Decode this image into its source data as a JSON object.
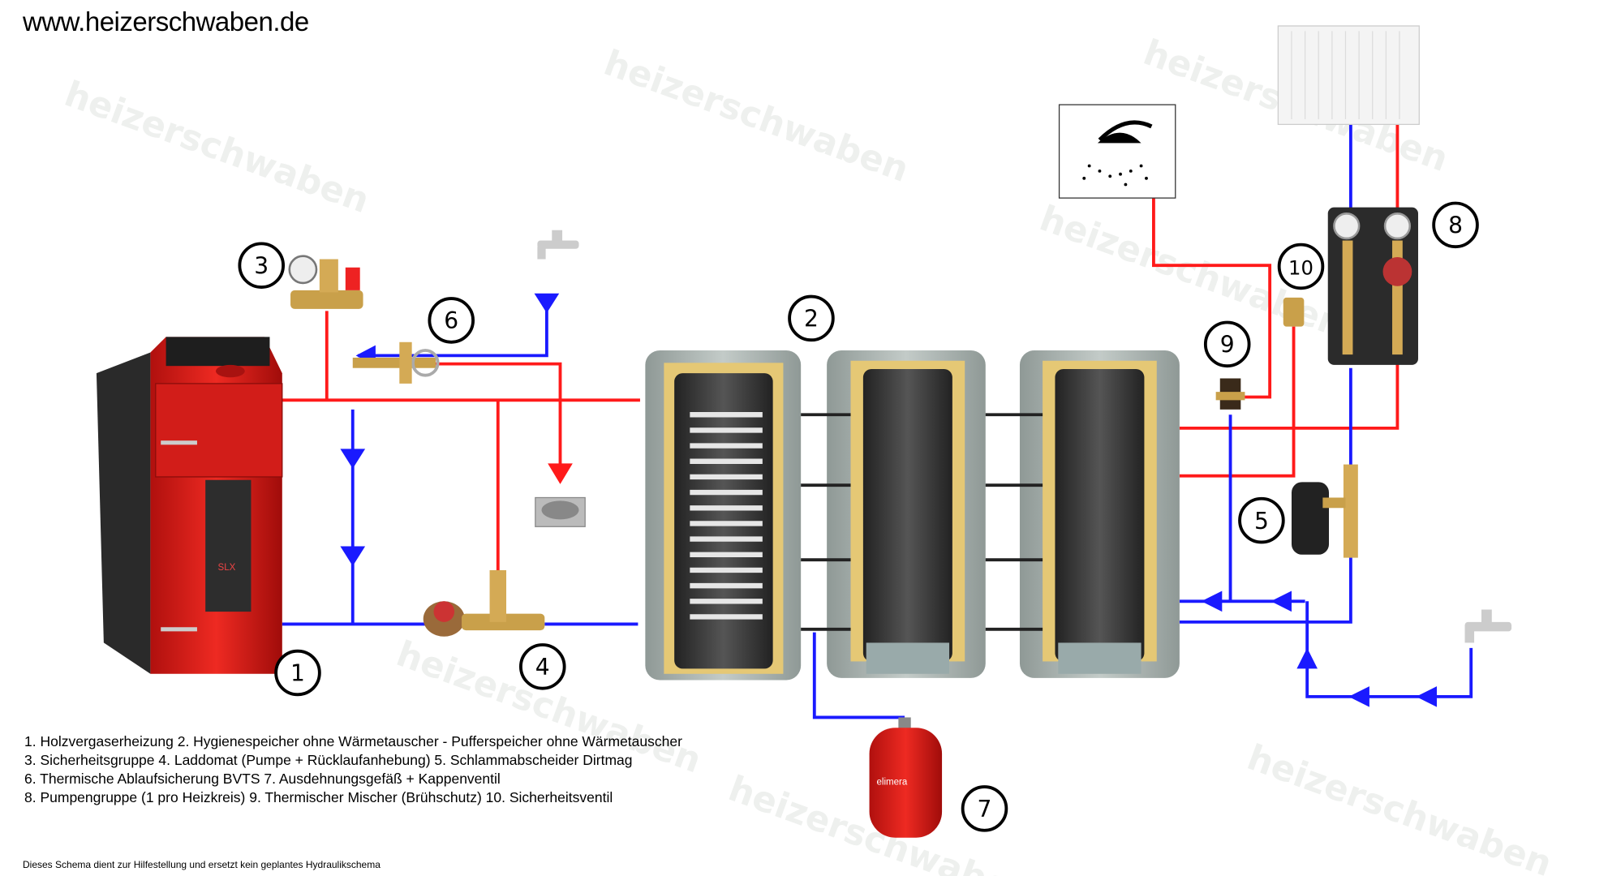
{
  "header": {
    "website": "www.heizerschwaben.de"
  },
  "watermark": "heizerschwaben",
  "markers": [
    "1",
    "2",
    "3",
    "4",
    "5",
    "6",
    "7",
    "8",
    "9",
    "10"
  ],
  "legend": [
    "1. Holzvergaserheizung   2. Hygienespeicher ohne Wärmetauscher - Pufferspeicher ohne Wärmetauscher",
    "3. Sicherheitsgruppe   4. Laddomat (Pumpe + Rücklaufanhebung) 5. Schlammabscheider Dirtmag",
    "6. Thermische Ablaufsicherung BVTS   7. Ausdehnungsgefäß + Kappenventil",
    "8. Pumpengruppe (1 pro Heizkreis) 9. Thermischer Mischer (Brühschutz)   10. Sicherheitsventil"
  ],
  "boiler_badge": "SLX",
  "expansion_brand": "elimera",
  "disclaimer": "Dieses Schema dient zur Hilfestellung und ersetzt kein geplantes Hydraulikschema",
  "colors": {
    "supply": "#ff1a1a",
    "return": "#1a1aff",
    "boiler": "#e0201c",
    "tank": "#a7b0ad"
  }
}
